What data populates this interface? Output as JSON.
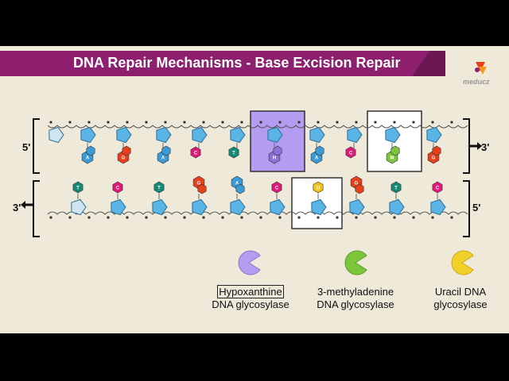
{
  "slide": {
    "title": "DNA Repair Mechanisms - Base Excision Repair",
    "brand": "meducz"
  },
  "strand_labels": {
    "top_left": "5'",
    "top_right": "3'",
    "bottom_left": "3'",
    "bottom_right": "5'"
  },
  "top_strand_bases": [
    "",
    "A",
    "G",
    "A",
    "C",
    "T",
    "H",
    "A",
    "C",
    "M",
    "G"
  ],
  "bottom_strand_bases": [
    "T",
    "C",
    "T",
    "G",
    "A",
    "C",
    "U",
    "G",
    "T",
    "C"
  ],
  "enzymes": [
    {
      "name_line1": "Hypoxanthine",
      "name_line2": "DNA glycosylase",
      "icon": "purple-pacman-icon",
      "color": "#b49cf0"
    },
    {
      "name_line1": "3-methyladenine",
      "name_line2": "DNA glycosylase",
      "icon": "green-pacman-icon",
      "color": "#7cc63c"
    },
    {
      "name_line1": "Uracil DNA",
      "name_line2": "glycosylase",
      "icon": "yellow-pacman-icon",
      "color": "#f2d02a"
    }
  ],
  "colors": {
    "A": "#3a9bd6",
    "G": "#e8401c",
    "C": "#e0197a",
    "T": "#168a78",
    "U": "#f2c418",
    "H": "#8f6fd8",
    "M": "#7cc63c",
    "sugar": "#5ab4e6",
    "title_band": "#8e1f6e"
  }
}
